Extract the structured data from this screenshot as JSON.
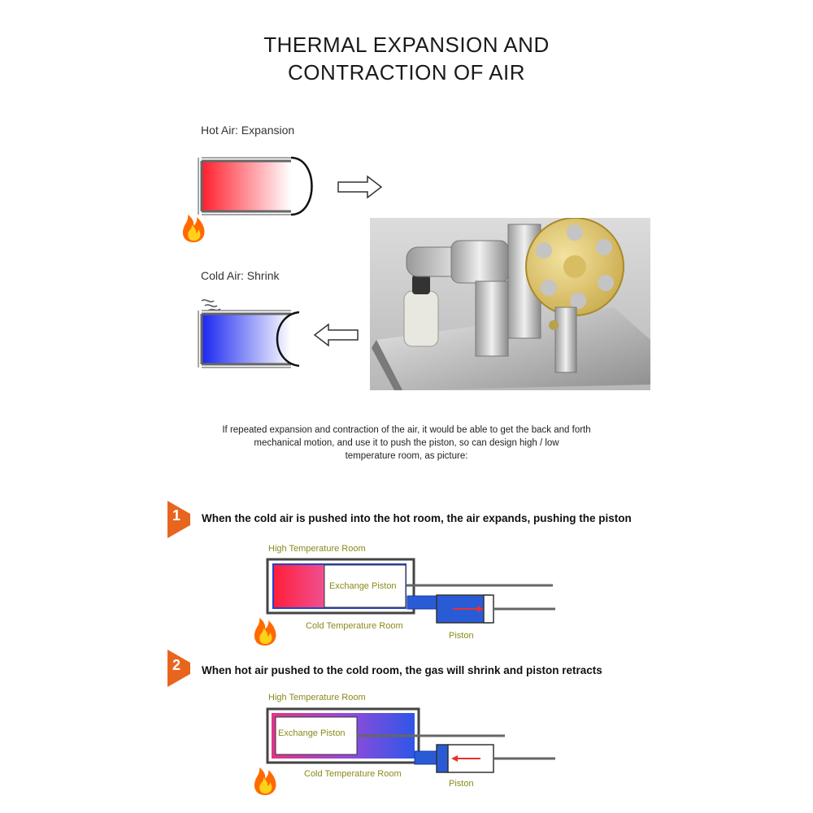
{
  "header": {
    "title_line1": "THERMAL EXPANSION AND",
    "title_line2": "CONTRACTION OF AIR"
  },
  "top": {
    "hot_label": "Hot Air: Expansion",
    "cold_label": "Cold Air: Shrink",
    "hot_color": "#ff2a3a",
    "cold_color": "#2233ee"
  },
  "description": {
    "line1": "If repeated expansion and contraction of the air, it would be able to get the back and forth",
    "line2": "mechanical motion, and use it to push the piston, so can design high / low",
    "line3": "temperature room, as picture:"
  },
  "steps": [
    {
      "number": "1",
      "text": "When the cold air is pushed into the hot room, the air expands, pushing the piston",
      "high_room": "High Temperature Room",
      "exchange_piston": "Exchange Piston",
      "cold_room": "Cold Temperature Room",
      "piston": "Piston"
    },
    {
      "number": "2",
      "text": "When hot air pushed to the cold room, the gas will shrink and piston retracts",
      "high_room": "High Temperature Room",
      "exchange_piston": "Exchange Piston",
      "cold_room": "Cold Temperature Room",
      "piston": "Piston"
    }
  ],
  "icons": {
    "fire": "fire-icon",
    "wind": "wind-icon",
    "arrow_right": "arrow-right-icon",
    "arrow_left": "arrow-left-icon",
    "step_badge": "step-badge-icon"
  },
  "colors": {
    "accent_orange": "#e8651e",
    "piston_blue": "#2a5bd7",
    "room_border": "#555555",
    "label_olive": "#8a8a1a"
  }
}
